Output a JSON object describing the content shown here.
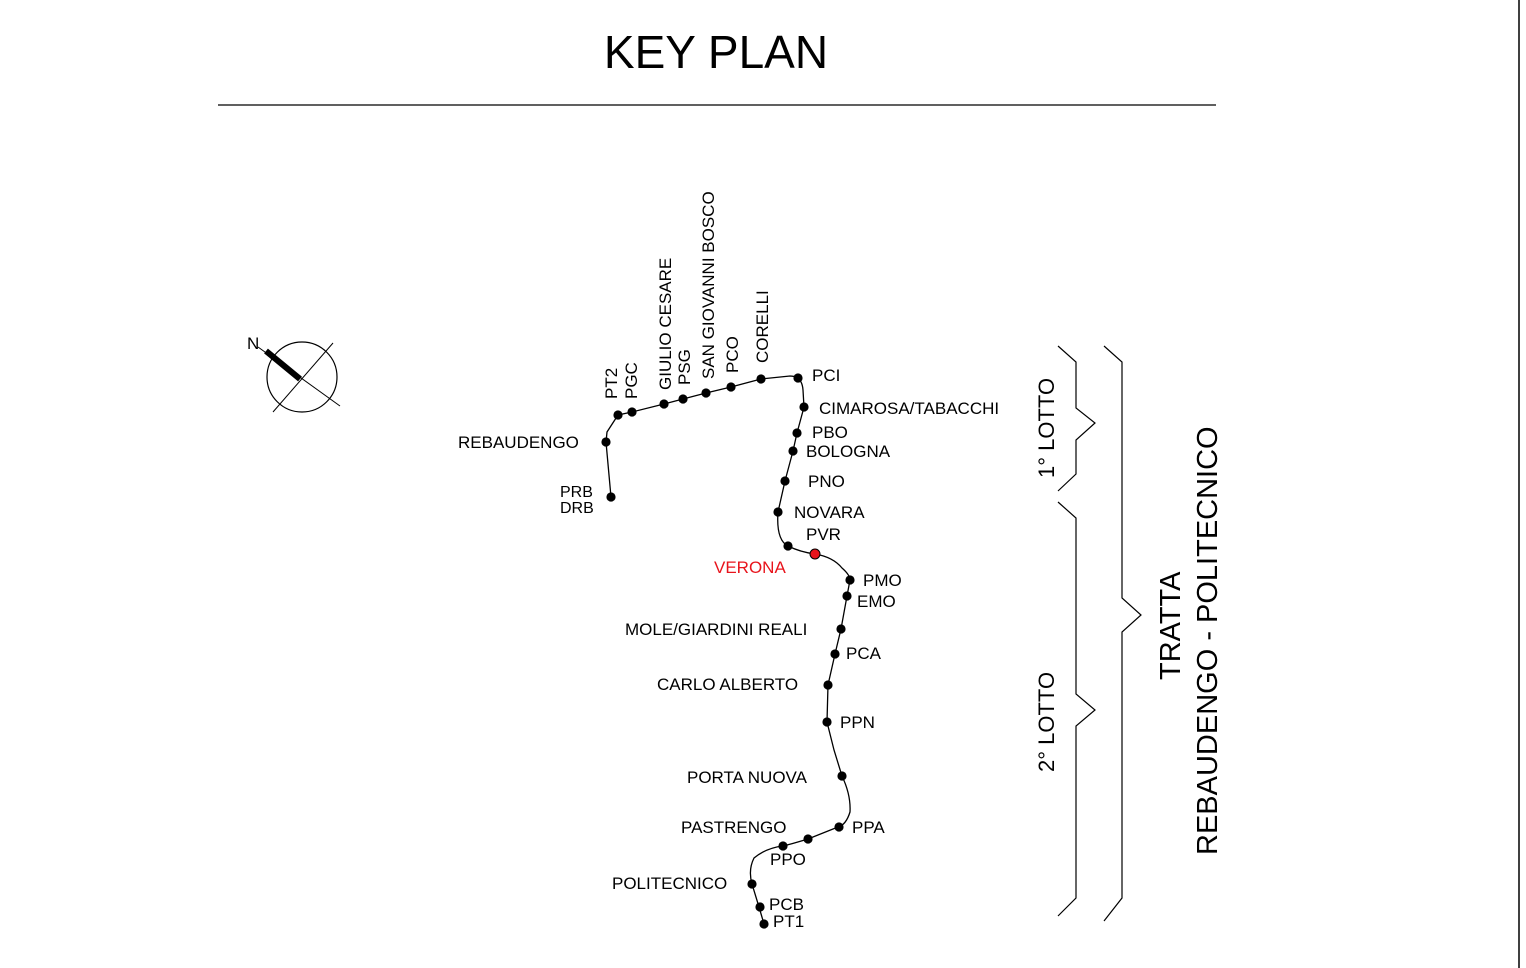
{
  "title": "KEY PLAN",
  "north_label": "N",
  "lotto_1": "1° LOTTO",
  "lotto_2": "2° LOTTO",
  "tratta_line1": "TRATTA",
  "tratta_line2": "REBAUDENGO - POLITECNICO",
  "highlight_color": "#e8141c",
  "stations": {
    "drb": "DRB",
    "prb": "PRB",
    "rebaudengo": "REBAUDENGO",
    "pt2": "PT2",
    "pgc": "PGC",
    "giulio_cesare": "GIULIO CESARE",
    "psg": "PSG",
    "san_giovanni_bosco": "SAN GIOVANNI BOSCO",
    "pco": "PCO",
    "corelli": "CORELLI",
    "pci": "PCI",
    "cimarosa": "CIMAROSA/TABACCHI",
    "pbo": "PBO",
    "bologna": "BOLOGNA",
    "pno": "PNO",
    "novara": "NOVARA",
    "pvr": "PVR",
    "verona": "VERONA",
    "pmo": "PMO",
    "emo": "EMO",
    "mole": "MOLE/GIARDINI REALI",
    "pca": "PCA",
    "carlo_alberto": "CARLO ALBERTO",
    "ppn": "PPN",
    "porta_nuova": "PORTA NUOVA",
    "ppa": "PPA",
    "pastrengo": "PASTRENGO",
    "ppo": "PPO",
    "politecnico": "POLITECNICO",
    "pcb": "PCB",
    "pt1": "PT1"
  }
}
